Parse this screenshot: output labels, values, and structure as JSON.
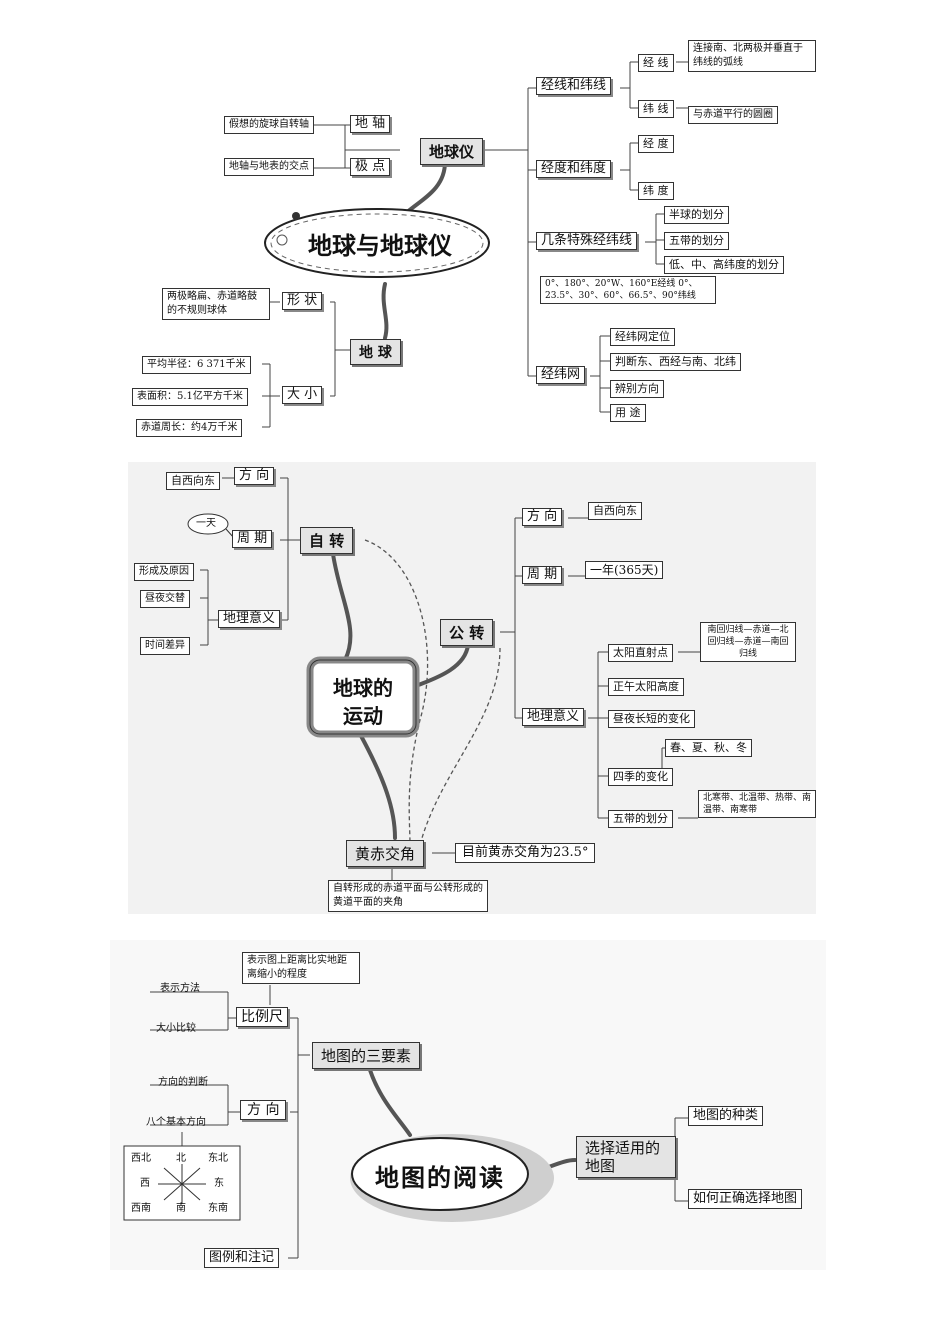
{
  "s1": {
    "center": "地球与地球仪",
    "globe": "地球仪",
    "axis": "地 轴",
    "axis_def": "假想的旋球自转轴",
    "pole": "极 点",
    "pole_def": "地轴与地表的交点",
    "lines": "经线和纬线",
    "meridian": "经 线",
    "meridian_def": "连接南、北两极并垂直于纬线的弧线",
    "parallel": "纬 线",
    "parallel_def": "与赤道平行的圆圈",
    "degrees": "经度和纬度",
    "lon": "经 度",
    "lat": "纬 度",
    "special": "几条特殊经纬线",
    "special_note": "0°、180°、20°W、160°E经线 0°、23.5°、30°、60°、66.5°、90°纬线",
    "hemi": "半球的划分",
    "zones": "五带的划分",
    "latzones": "低、中、高纬度的划分",
    "grid": "经纬网",
    "grid_items": [
      "经纬网定位",
      "判断东、西经与南、北纬",
      "辨别方向",
      "用 途"
    ],
    "earth": "地 球",
    "shape": "形 状",
    "shape_def": "两极略扁、赤道略鼓的不规则球体",
    "size": "大 小",
    "size_items": [
      "平均半径：6 371千米",
      "表面积：5.1亿平方千米",
      "赤道周长：约4万千米"
    ]
  },
  "s2": {
    "center": [
      "地球的",
      "运动"
    ],
    "rotation": "自 转",
    "rot_dir": "方 向",
    "rot_dir_v": "自西向东",
    "rot_period": "周 期",
    "rot_period_v": "一天",
    "rot_sig": "地理意义",
    "rot_sig_items": [
      "形成及原因",
      "昼夜交替",
      "时间差异"
    ],
    "revolution": "公 转",
    "rev_dir": "方 向",
    "rev_dir_v": "自西向东",
    "rev_period": "周 期",
    "rev_period_v": "一年(365天)",
    "rev_sig": "地理意义",
    "sun": "太阳直射点",
    "sun_note": "南回归线—赤道—北回归线—赤道—南回归线",
    "noon": "正午太阳高度",
    "daylen": "昼夜长短的变化",
    "seasons_list": "春、夏、秋、冬",
    "seasons": "四季的变化",
    "zones": "五带的划分",
    "zones_note": "北寒带、北温带、热带、南温带、南寒带",
    "obliquity": "黄赤交角",
    "obl_value": "目前黄赤交角为23.5°",
    "obl_def": "自转形成的赤道平面与公转形成的黄道平面的夹角"
  },
  "s3": {
    "center": "地图的阅读",
    "elements": "地图的三要素",
    "scale": "比例尺",
    "scale_def": "表示图上距离比实地距离缩小的程度",
    "scale_items": [
      "表示方法",
      "大小比较"
    ],
    "direction": "方 向",
    "dir_items": [
      "方向的判断",
      "八个基本方向"
    ],
    "compass": [
      "西北",
      "北",
      "东北",
      "西",
      "东",
      "西南",
      "南",
      "东南"
    ],
    "legend": "图例和注记",
    "choose": "选择适用的地图",
    "choose_items": [
      "地图的种类",
      "如何正确选择地图"
    ]
  }
}
